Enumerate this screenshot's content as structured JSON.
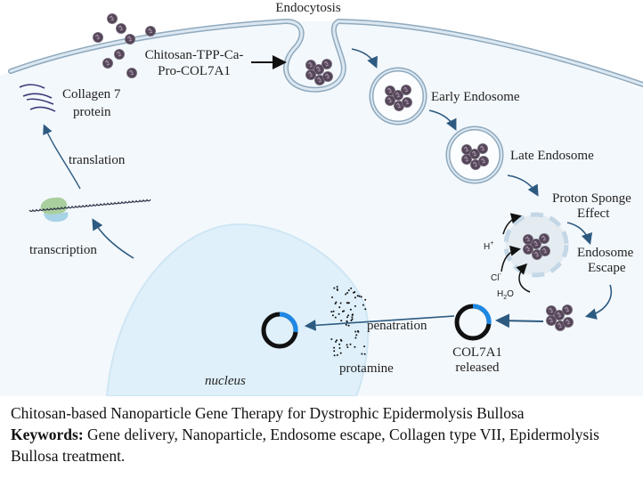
{
  "diagram": {
    "labels": {
      "endocytosis": "Endocytosis",
      "nanoparticle_line1": "Chitosan-TPP-Ca-",
      "nanoparticle_line2": "Pro-COL7A1",
      "early_endosome": "Early Endosome",
      "late_endosome": "Late Endosome",
      "proton_sponge_line1": "Proton Sponge",
      "proton_sponge_line2": "Effect",
      "endosome_escape_line1": "Endosome",
      "endosome_escape_line2": "Escape",
      "h_plus": "H",
      "h_plus_sup": "+",
      "cl_minus": "Cl",
      "cl_sup": "-",
      "h2o": "H",
      "h2o_sub": "2",
      "h2o_o": "O",
      "col7a1_line1": "COL7A1",
      "col7a1_line2": "released",
      "penetration": "penatration",
      "protamine": "protamine",
      "nucleus": "nucleus",
      "transcription": "transcription",
      "translation": "translation",
      "collagen_line1": "Collagen 7",
      "collagen_line2": "protein"
    },
    "colors": {
      "cytoplasm": "#f3f8fc",
      "membrane": "#c4d7e6",
      "membrane_edge": "#8fa9bd",
      "nucleus": "#dff0fa",
      "arrow": "#2d5a80",
      "nanoparticle": "#5a4a5e",
      "plasmid_dark": "#111111",
      "plasmid_accent": "#1e88e5",
      "ribosome_top": "#a9cf9e",
      "ribosome_bottom": "#a8d3e6",
      "collagen_fiber": "#3b3a78"
    }
  },
  "caption": {
    "title": "Chitosan-based Nanoparticle Gene Therapy for Dystrophic Epidermolysis Bullosa",
    "keywords_label": "Keywords:",
    "keywords": " Gene delivery, Nanoparticle, Endosome escape, Collagen type VII, Epidermolysis Bullosa treatment."
  }
}
